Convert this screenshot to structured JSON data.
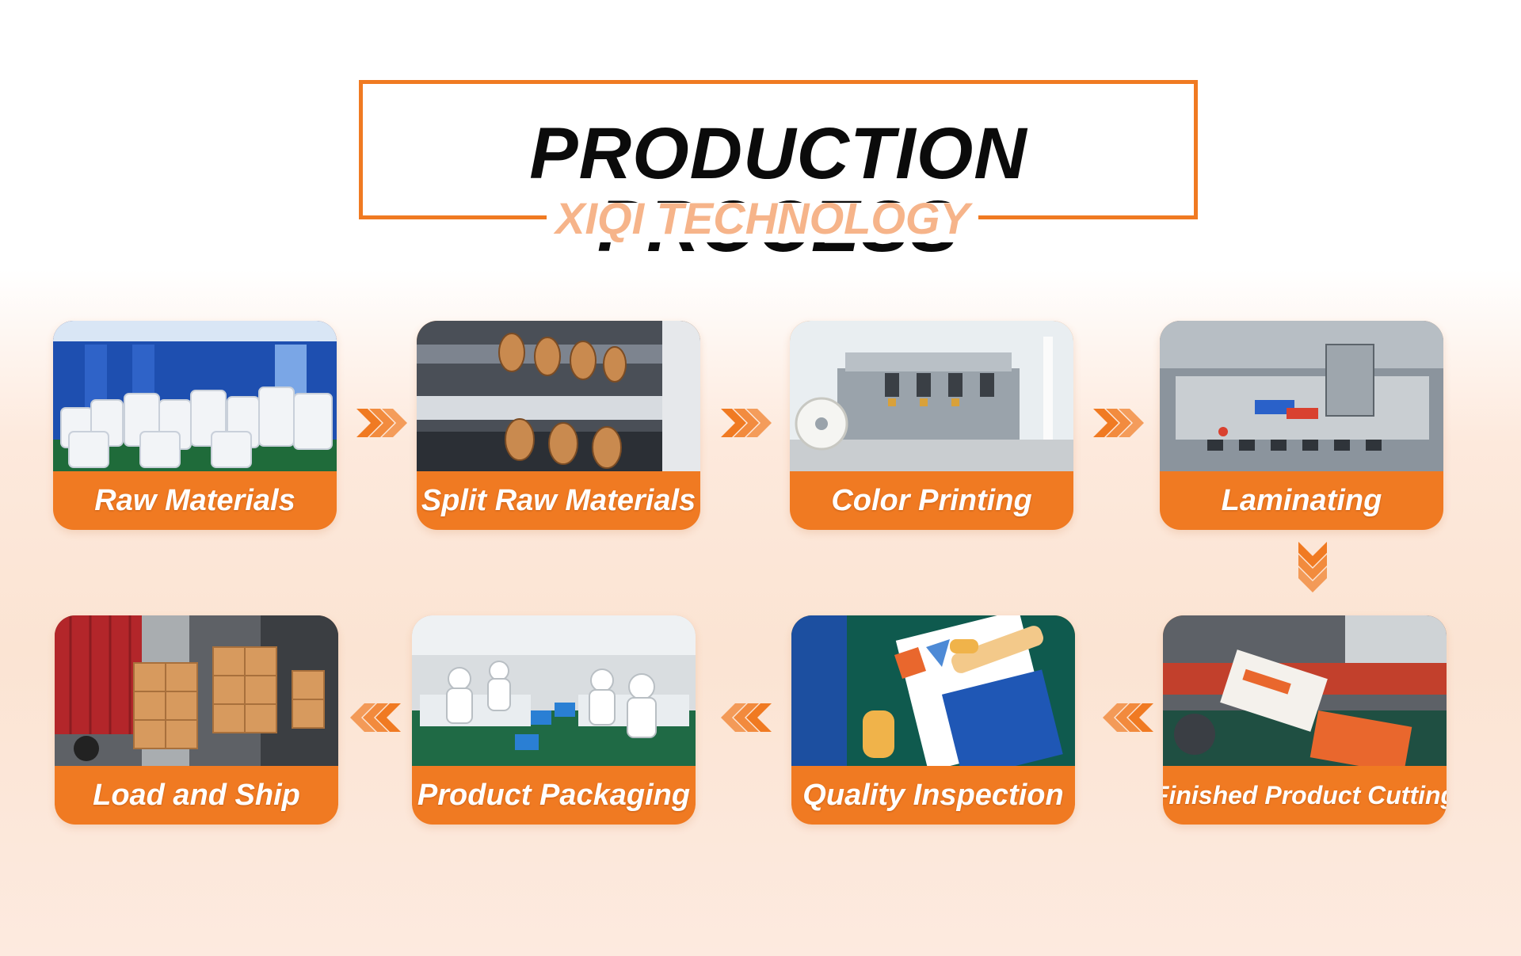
{
  "header": {
    "title": "PRODUCTION PROCESS",
    "subtitle": "XIQI TECHNOLOGY"
  },
  "steps": [
    {
      "label": "Raw Materials",
      "photo": "warehouse-rolls-photo"
    },
    {
      "label": "Split Raw Materials",
      "photo": "slitting-machine-photo"
    },
    {
      "label": "Color Printing",
      "photo": "printing-press-photo"
    },
    {
      "label": "Laminating",
      "photo": "laminating-machine-photo"
    },
    {
      "label": "Finished Product Cutting",
      "photo": "cutting-machine-photo"
    },
    {
      "label": "Quality Inspection",
      "photo": "inspection-hands-photo"
    },
    {
      "label": "Product Packaging",
      "photo": "packaging-workers-photo"
    },
    {
      "label": "Load and Ship",
      "photo": "truck-boxes-photo"
    }
  ],
  "colors": {
    "accent": "#f07a22",
    "subtitle": "#f6b48a",
    "title": "#0b0b0b"
  },
  "icons": [
    "chevron-right-icon",
    "chevron-down-icon",
    "chevron-left-icon"
  ]
}
